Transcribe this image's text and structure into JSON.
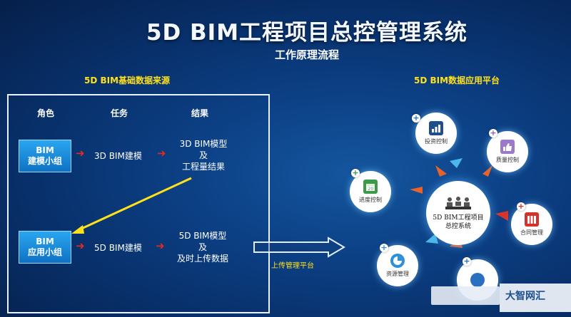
{
  "title": "5D BIM工程项目总控管理系统",
  "subtitle": "工作原理流程",
  "left_section": {
    "heading": "5D BIM基础数据来源",
    "columns": [
      "角色",
      "任务",
      "结果"
    ],
    "rows": [
      {
        "role": [
          "BIM",
          "建模小组"
        ],
        "task": "3D BIM建模",
        "result": [
          "3D BIM模型",
          "及",
          "工程量结果"
        ]
      },
      {
        "role": [
          "BIM",
          "应用小组"
        ],
        "task": "5D BIM建模",
        "result": [
          "5D BIM模型",
          "及",
          "及时上传数据"
        ]
      }
    ]
  },
  "upload_label": "上传管理平台",
  "right_section": {
    "heading": "5D BIM数据应用平台",
    "hub": [
      "5D BIM工程项目",
      "总控系统"
    ],
    "modules": {
      "investment": "投资控制",
      "quality": "质量控制",
      "contract": "合同管理",
      "schedule": "进度控制",
      "resource": "资源管理"
    }
  },
  "colors": {
    "accent_yellow": "#ffe11a",
    "red_arrow": "#e02a22",
    "box_blue": "#1a8fe0",
    "flow_orange": "#e8622a"
  },
  "watermark": "大智网汇"
}
